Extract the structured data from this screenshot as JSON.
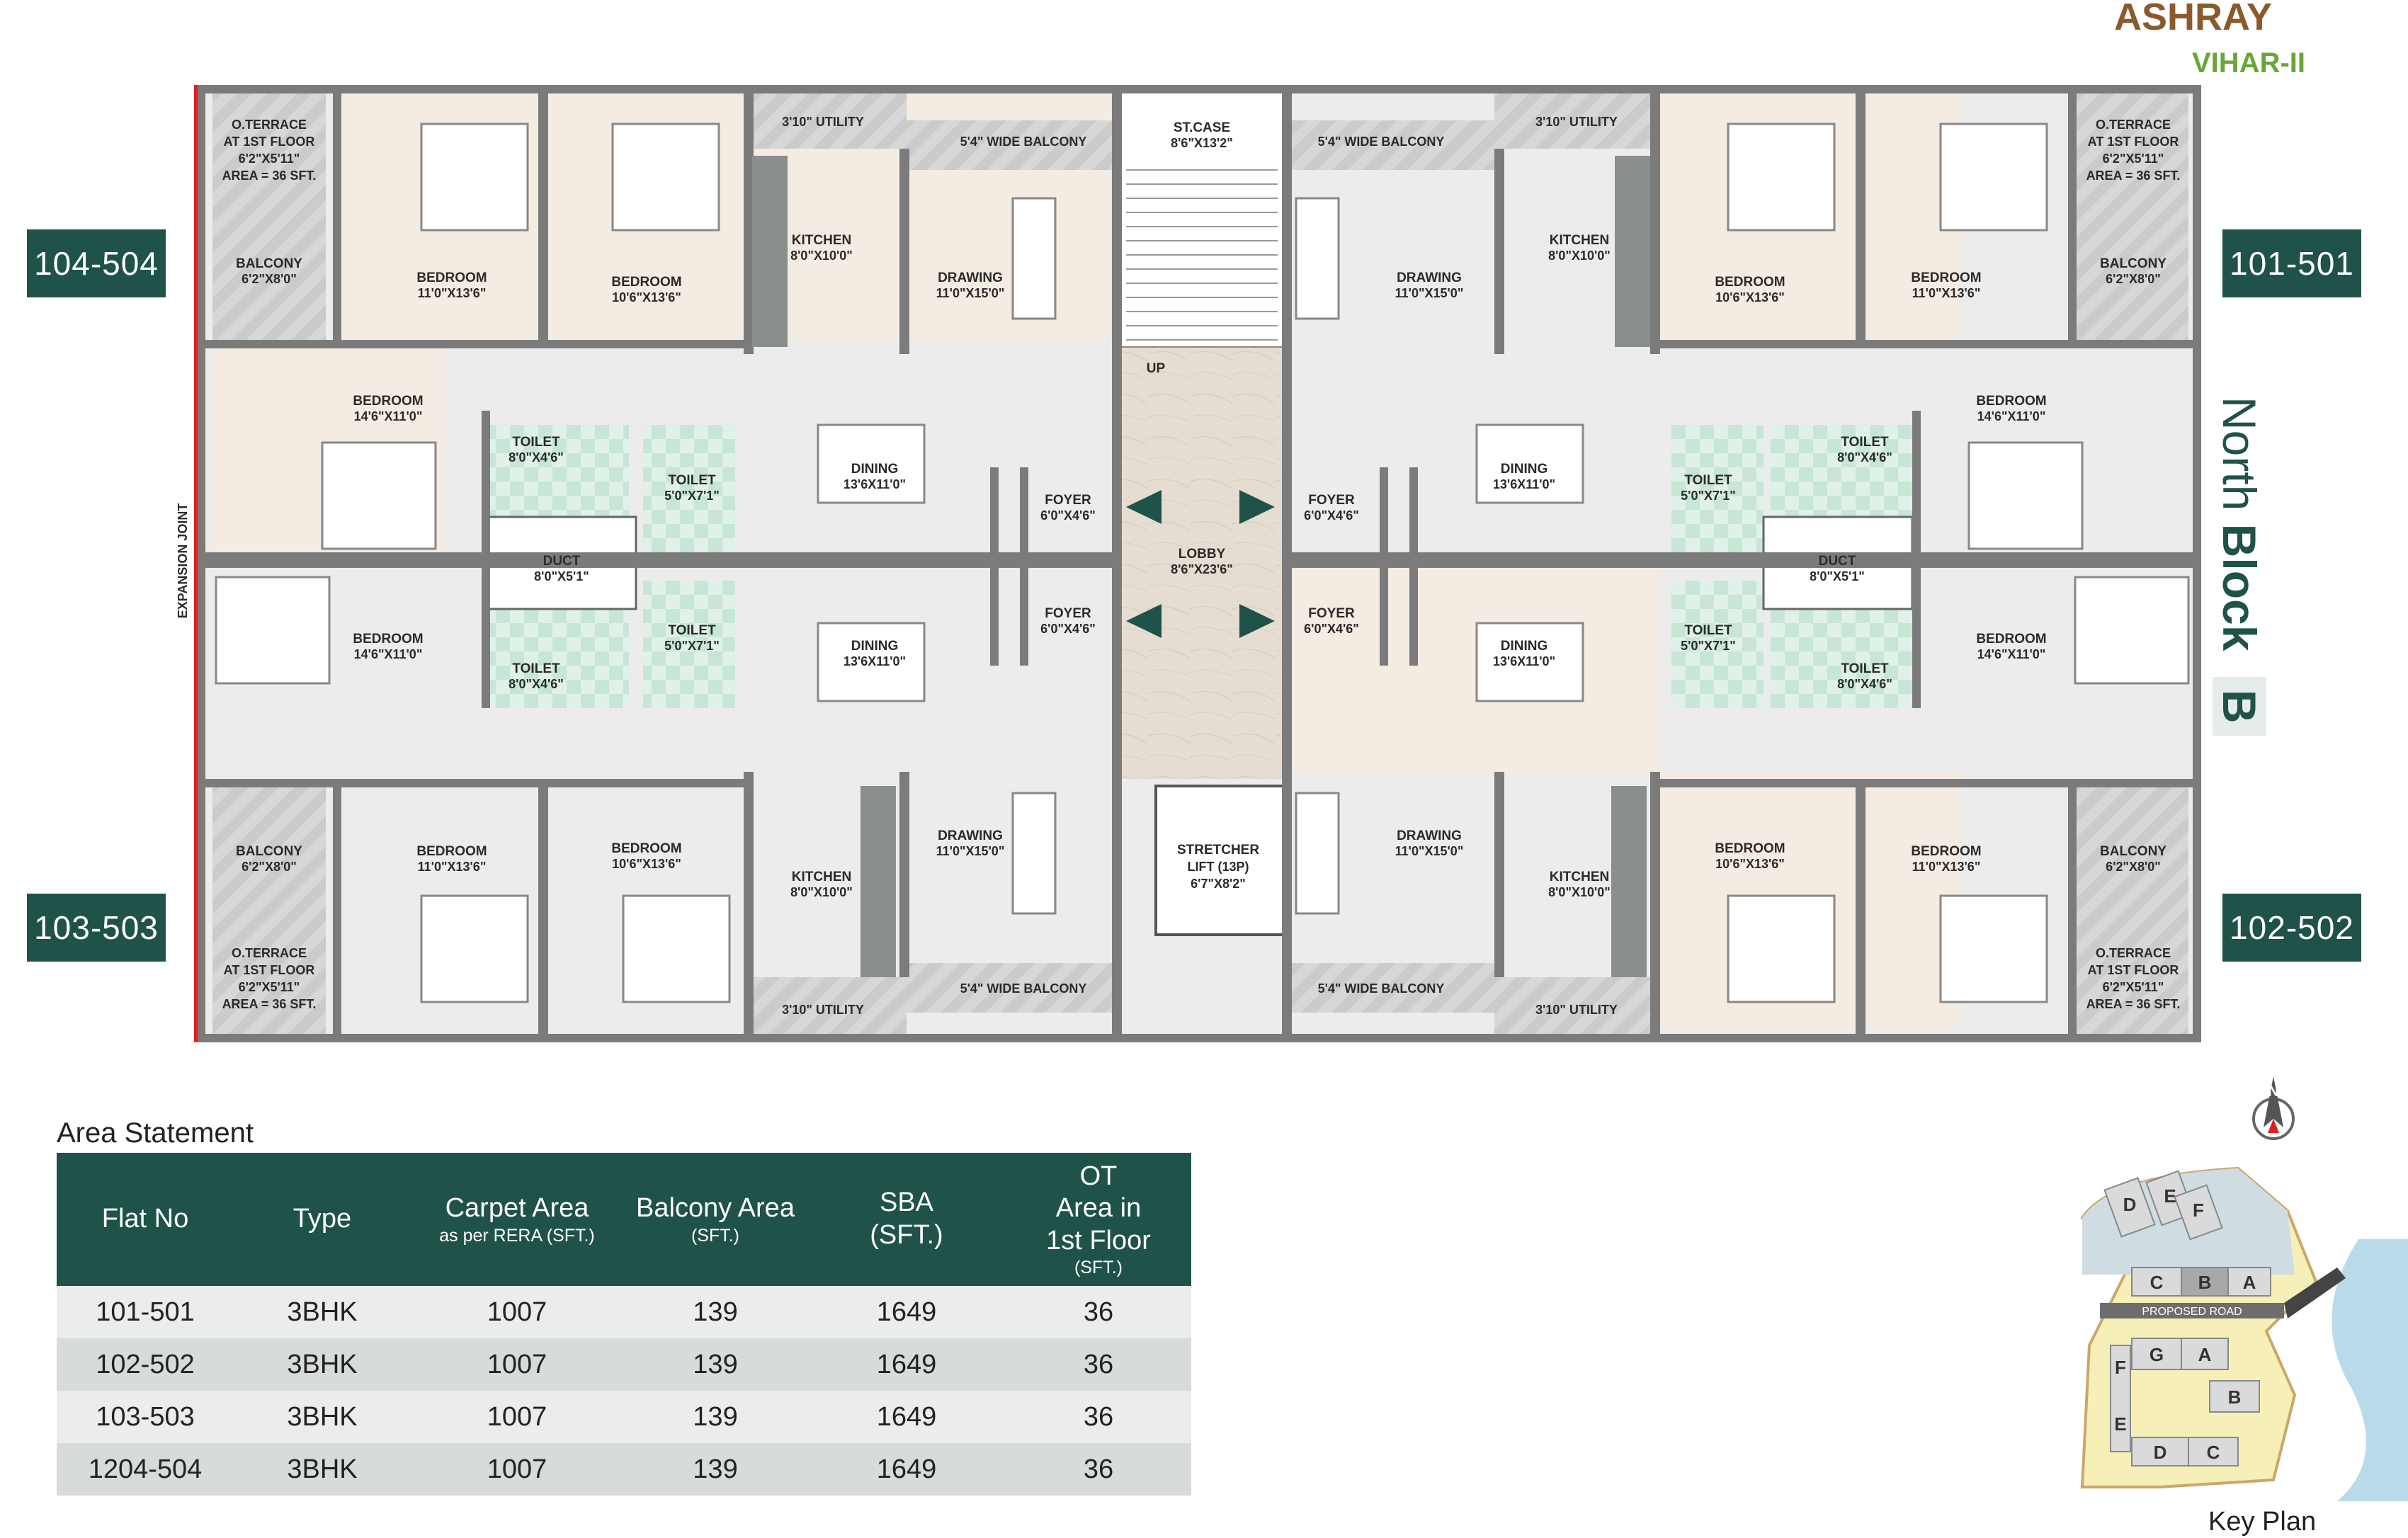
{
  "brand": {
    "name_line1": "ASHRAY",
    "name_line2": "VIHAR-II"
  },
  "block": {
    "prefix": "North",
    "bold": "Block",
    "letter": "B"
  },
  "flat_tags": {
    "top_left": "104-504",
    "top_right": "101-501",
    "bottom_left": "103-503",
    "bottom_right": "102-502"
  },
  "plan_labels": {
    "expansion_joint": "EXPANSION JOINT",
    "oterrace": [
      "O.TERRACE",
      "AT 1ST FLOOR",
      "6'2\"X5'11\"",
      "AREA = 36 SFT."
    ],
    "balcony": "BALCONY",
    "balcony_dim": "6'2\"X8'0\"",
    "bedroom": "BEDROOM",
    "bed_a_dim": "11'0\"X13'6\"",
    "bed_b_dim": "10'6\"X13'6\"",
    "bed_c_dim": "14'6\"X11'0\"",
    "utility": "3'10\" UTILITY",
    "wide_balcony": "5'4\" WIDE BALCONY",
    "kitchen": "KITCHEN",
    "kitchen_dim": "8'0\"X10'0\"",
    "drawing": "DRAWING",
    "drawing_dim": "11'0\"X15'0\"",
    "dining": "DINING",
    "dining_dim": "13'6X11'0\"",
    "toilet": "TOILET",
    "toilet_a_dim": "8'0\"X4'6\"",
    "toilet_b_dim": "5'0\"X7'1\"",
    "duct": "DUCT",
    "duct_dim": "8'0\"X5'1\"",
    "foyer": "FOYER",
    "foyer_dim": "6'0\"X4'6\"",
    "staircase": "ST.CASE",
    "staircase_dim": "8'6\"X13'2\"",
    "up": "UP",
    "lobby": "LOBBY",
    "lobby_dim": "8'6\"X23'6\"",
    "lift": [
      "STRETCHER",
      "LIFT (13P)",
      "6'7\"X8'2\""
    ]
  },
  "area_statement": {
    "title": "Area Statement",
    "headers": {
      "flat_no": "Flat No",
      "type": "Type",
      "carpet": "Carpet Area",
      "carpet_sub": "as per RERA (SFT.)",
      "balcony": "Balcony Area",
      "balcony_sub": "(SFT.)",
      "sba": "SBA",
      "sba_sub": "(SFT.)",
      "ot": "OT",
      "ot_line2": "Area in",
      "ot_line3": "1st Floor",
      "ot_sub": "(SFT.)"
    },
    "rows": [
      {
        "flat": "101-501",
        "type": "3BHK",
        "carpet": "1007",
        "balcony": "139",
        "sba": "1649",
        "ot": "36"
      },
      {
        "flat": "102-502",
        "type": "3BHK",
        "carpet": "1007",
        "balcony": "139",
        "sba": "1649",
        "ot": "36"
      },
      {
        "flat": "103-503",
        "type": "3BHK",
        "carpet": "1007",
        "balcony": "139",
        "sba": "1649",
        "ot": "36"
      },
      {
        "flat": "1204-504",
        "type": "3BHK",
        "carpet": "1007",
        "balcony": "139",
        "sba": "1649",
        "ot": "36"
      }
    ]
  },
  "key_plan": {
    "caption": "Key Plan",
    "road": "PROPOSED ROAD",
    "blocks": [
      "D",
      "E",
      "F",
      "C",
      "B",
      "A",
      "F",
      "G",
      "A",
      "B",
      "E",
      "D",
      "C"
    ],
    "compass": "N"
  },
  "colors": {
    "brand_green": "#1f5248",
    "wall": "#7b7b7b",
    "warm_floor": "#f4ebe3",
    "cool_floor": "#ececec",
    "joint_red": "#e02020"
  }
}
